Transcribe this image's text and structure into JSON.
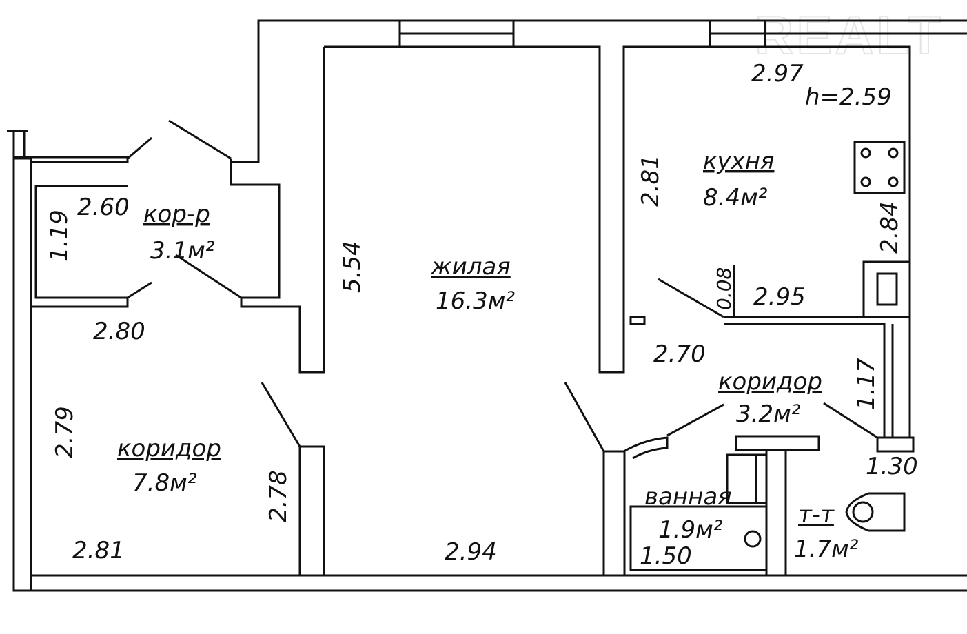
{
  "watermark": "REALT",
  "ceiling_height": "h=2.59",
  "rooms": {
    "living": {
      "name": "жилая",
      "area": "16.3м²"
    },
    "kitchen": {
      "name": "кухня",
      "area": "8.4м²"
    },
    "small_corridor": {
      "name": "кор-р",
      "area": "3.1м²"
    },
    "hall": {
      "name": "коридор",
      "area": "7.8м²"
    },
    "corridor": {
      "name": "коридор",
      "area": "3.2м²"
    },
    "bathroom": {
      "name": "ванная",
      "area": "1.9м²"
    },
    "toilet": {
      "name": "т-т",
      "area": "1.7м²"
    }
  },
  "dimensions": {
    "kitchen_top": "2.97",
    "kitchen_left": "2.81",
    "kitchen_right": "2.84",
    "kitchen_bottom": "2.95",
    "kitchen_step": "0.08",
    "living_left": "5.54",
    "living_bottom": "2.94",
    "kor_top": "2.60",
    "kor_left": "1.19",
    "hall_top": "2.80",
    "hall_left": "2.79",
    "hall_right": "2.78",
    "hall_bottom": "2.81",
    "corridor_width": "2.70",
    "corridor_right": "1.17",
    "toilet_width": "1.30",
    "bath_width": "1.50"
  }
}
